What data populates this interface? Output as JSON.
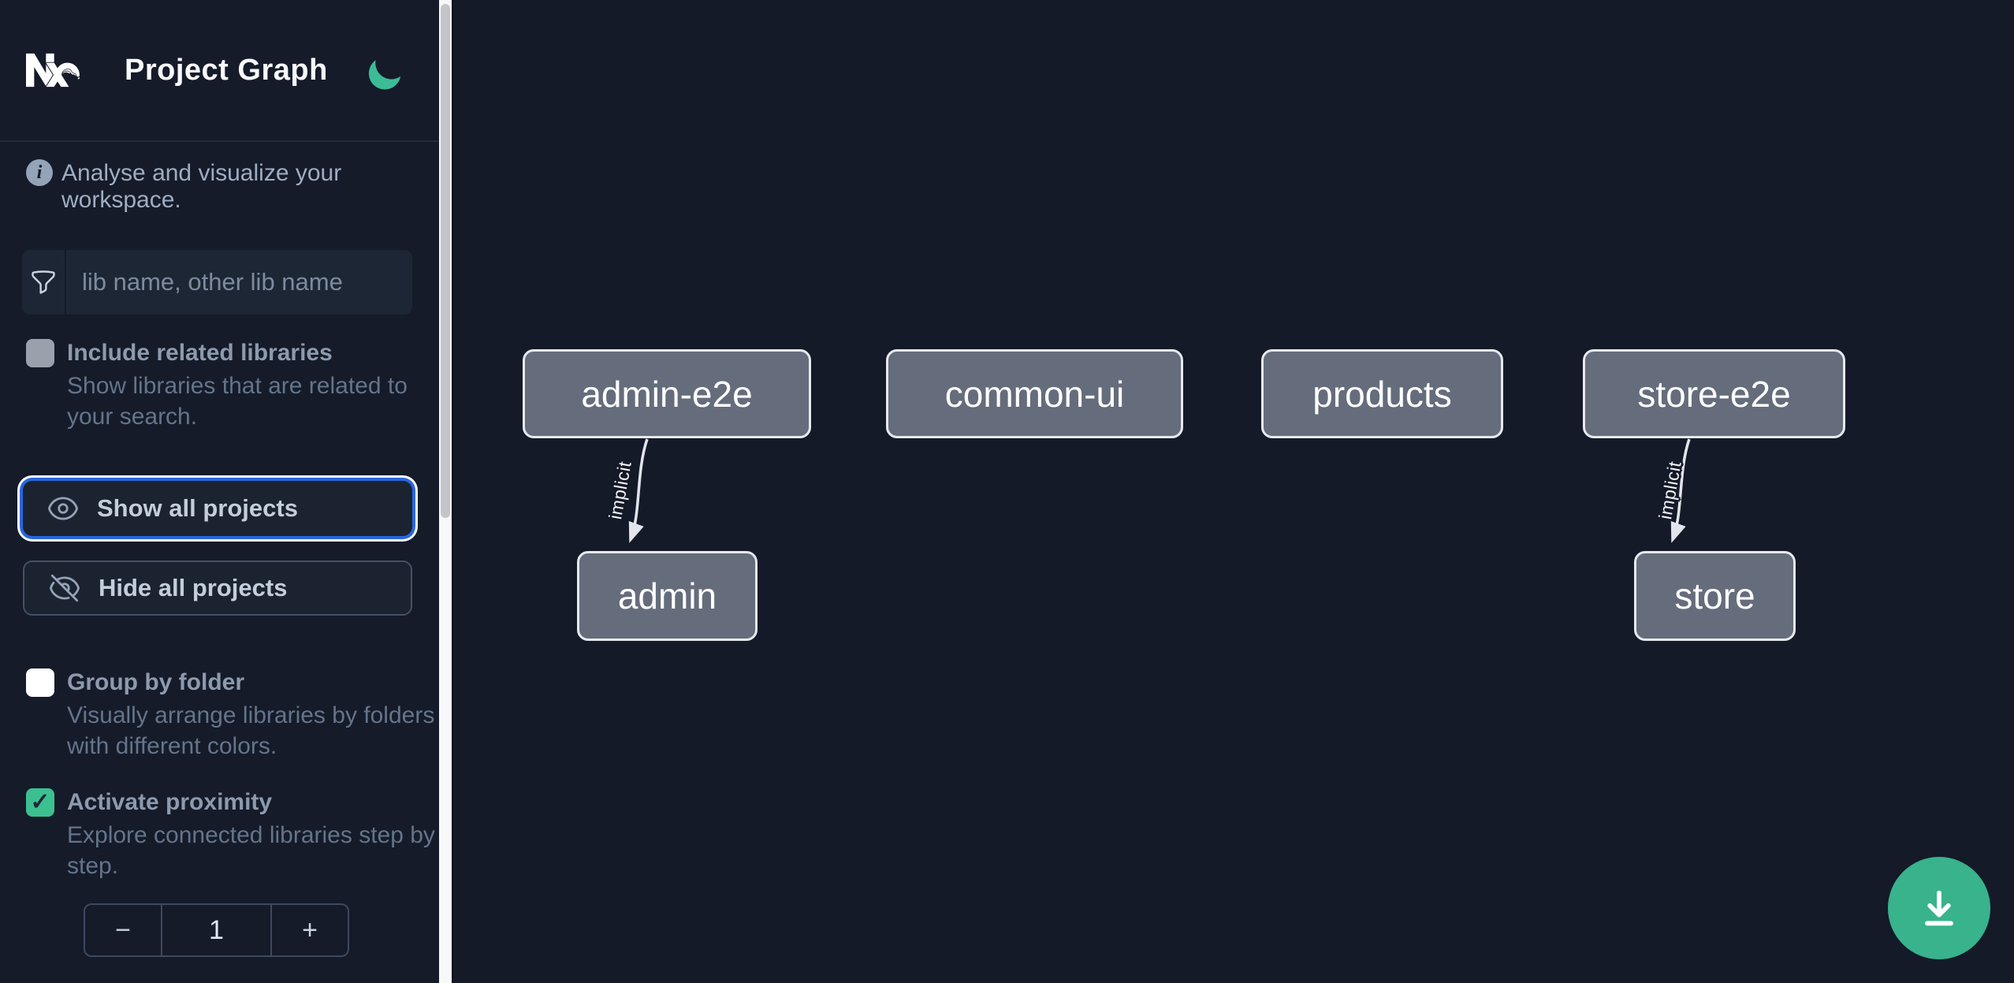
{
  "header": {
    "title": "Project Graph",
    "logo": "nx-logo",
    "theme_toggle": "moon-icon"
  },
  "sidebar": {
    "info_text": "Analyse and visualize your workspace.",
    "search": {
      "placeholder": "lib name, other lib name",
      "value": "",
      "icon": "funnel-icon"
    },
    "checkboxes": [
      {
        "label": "Include related libraries",
        "description": "Show libraries that are related to your search.",
        "checked": false,
        "state": "disabled-gray"
      },
      {
        "label": "Group by folder",
        "description": "Visually arrange libraries by folders with different colors.",
        "checked": false,
        "state": "enabled-white"
      },
      {
        "label": "Activate proximity",
        "description": "Explore connected libraries step by step.",
        "checked": true,
        "check_glyph": "✓",
        "state": "checked-green"
      }
    ],
    "buttons": [
      {
        "label": "Show all projects",
        "icon": "eye-icon",
        "focused": true
      },
      {
        "label": "Hide all projects",
        "icon": "eye-slash-icon",
        "focused": false
      }
    ],
    "stepper": {
      "decrement": "−",
      "value": "1",
      "increment": "+"
    }
  },
  "graph": {
    "nodes": [
      {
        "label": "admin-e2e"
      },
      {
        "label": "common-ui"
      },
      {
        "label": "products"
      },
      {
        "label": "store-e2e"
      },
      {
        "label": "admin"
      },
      {
        "label": "store"
      }
    ],
    "edges": [
      {
        "from": "admin-e2e",
        "to": "admin",
        "label": "implicit"
      },
      {
        "from": "store-e2e",
        "to": "store",
        "label": "implicit"
      }
    ]
  },
  "fab": {
    "icon": "download-icon"
  },
  "colors": {
    "accent_green": "#3cc08f",
    "fab_green": "#38b38c",
    "focus_blue": "#2a66dd",
    "node_fill": "#656d7c",
    "node_border": "#e6e9ee",
    "background": "#141a28",
    "sidebar_background": "#151b29"
  }
}
